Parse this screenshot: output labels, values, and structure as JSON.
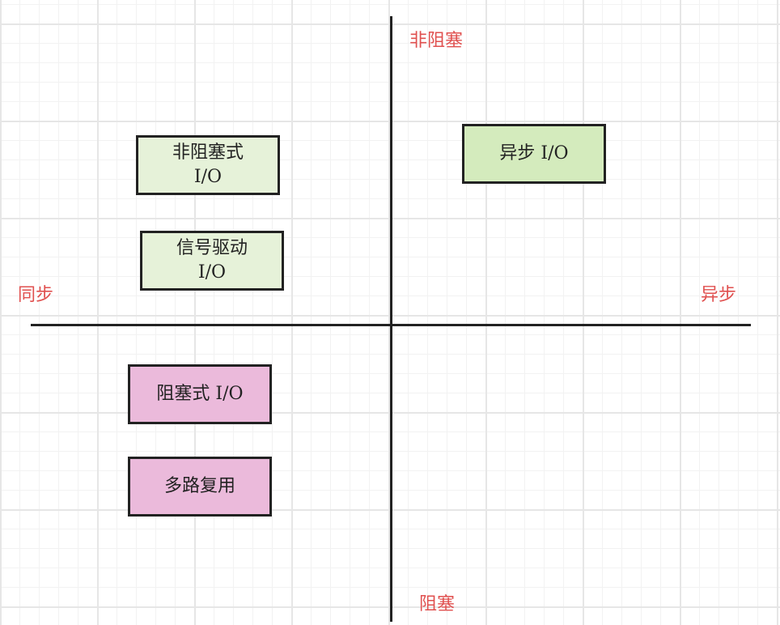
{
  "axes": {
    "top": "非阻塞",
    "bottom": "阻塞",
    "left": "同步",
    "right": "异步"
  },
  "boxes": {
    "nonblocking_io": [
      "非阻塞式",
      "I/O"
    ],
    "signal_driven_io": [
      "信号驱动",
      "I/O"
    ],
    "async_io": [
      "异步 I/O"
    ],
    "blocking_io": [
      "阻塞式 I/O"
    ],
    "multiplexing": [
      "多路复用"
    ]
  },
  "colors": {
    "axis_label": "#e0504f",
    "sync_nonblocking_fill": "#e6f2d9",
    "async_fill": "#d4ebbd",
    "blocking_fill": "#ebbadb",
    "border": "#222222"
  }
}
